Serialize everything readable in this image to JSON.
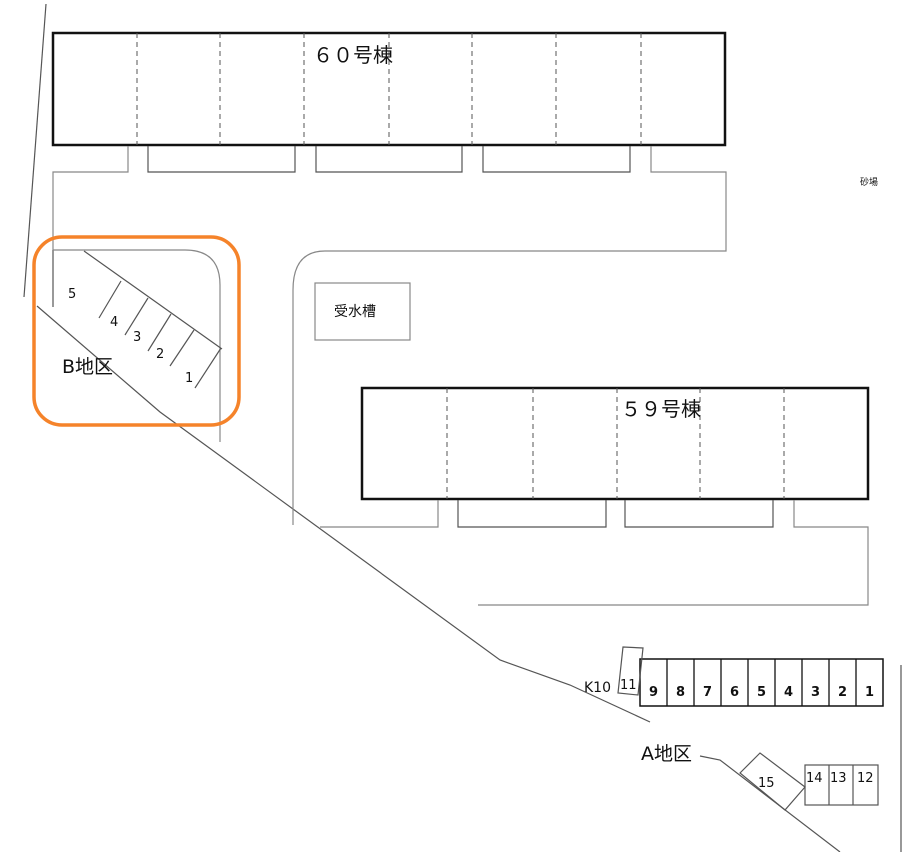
{
  "buildings": [
    {
      "id": "60",
      "label": "６０号棟"
    },
    {
      "id": "59",
      "label": "５９号棟"
    }
  ],
  "facilities": {
    "water_tank": "受水槽",
    "sandbox": "砂場"
  },
  "districts": {
    "a": "A地区",
    "b": "B地区"
  },
  "highlight": {
    "color": "#f5832a",
    "target": "B地区"
  },
  "b_spaces": [
    "5",
    "4",
    "3",
    "2",
    "1"
  ],
  "a_row_spaces": [
    "9",
    "8",
    "7",
    "6",
    "5",
    "4",
    "3",
    "2",
    "1"
  ],
  "a_extra": {
    "k10": "K10",
    "s11": "11",
    "s15": "15",
    "s14": "14",
    "s13": "13",
    "s12": "12"
  }
}
